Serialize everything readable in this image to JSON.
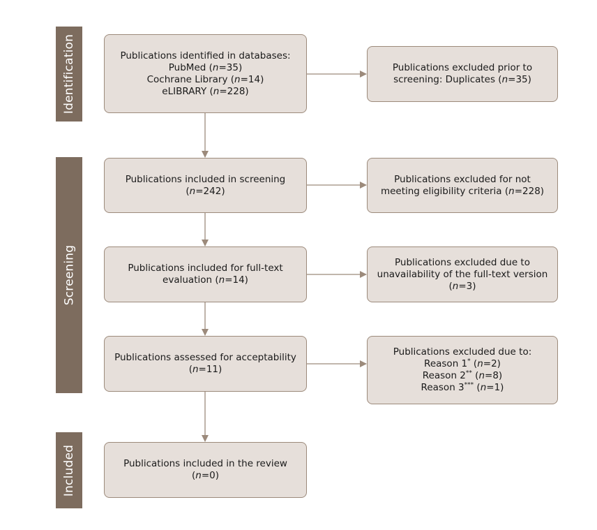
{
  "phases": {
    "identification": "Identification",
    "screening": "Screening",
    "included": "Included"
  },
  "boxes": {
    "identified": {
      "title": "Publications identified in databases:",
      "pubmed_label": "PubMed (",
      "pubmed_n": "n",
      "pubmed_value": "=35)",
      "cochrane_label": "Cochrane Library (",
      "cochrane_n": "n",
      "cochrane_value": "=14)",
      "elibrary_label": "eLIBRARY (",
      "elibrary_n": "n",
      "elibrary_value": "=228)"
    },
    "excluded_duplicates": {
      "line1": "Publications excluded prior to",
      "line2_text": "screening: Duplicates (",
      "line2_n": "n",
      "line2_value": "=35)"
    },
    "screening": {
      "line1": "Publications included in screening",
      "line2_open": "(",
      "line2_n": "n",
      "line2_value": "=242)"
    },
    "excluded_eligibility": {
      "line1": "Publications excluded for not",
      "line2_text": "meeting eligibility criteria (",
      "line2_n": "n",
      "line2_value": "=228)"
    },
    "fulltext": {
      "line1": "Publications included for full-text",
      "line2_text": "evaluation (",
      "line2_n": "n",
      "line2_value": "=14)"
    },
    "excluded_unavailable": {
      "line1": "Publications excluded due to",
      "line2": "unavailability of the full-text version",
      "line3_open": "(",
      "line3_n": "n",
      "line3_value": "=3)"
    },
    "assessed": {
      "line1": "Publications assessed for acceptability",
      "line2_open": "(",
      "line2_n": "n",
      "line2_value": "=11)"
    },
    "excluded_reasons": {
      "line1": "Publications excluded due to:",
      "r1_text": "Reason 1",
      "r1_sup": "*",
      "r1_open": " (",
      "r1_n": "n",
      "r1_value": "=2)",
      "r2_text": "Reason 2",
      "r2_sup": "**",
      "r2_open": " (",
      "r2_n": "n",
      "r2_value": "=8)",
      "r3_text": "Reason 3",
      "r3_sup": "***",
      "r3_open": " (",
      "r3_n": "n",
      "r3_value": "=1)"
    },
    "included_review": {
      "line1": "Publications included in the review",
      "line2_open": "(",
      "line2_n": "n",
      "line2_value": "=0)"
    }
  },
  "colors": {
    "phase_bar": "#7d6c5e",
    "box_fill": "#e6dfda",
    "box_border": "#9c8a7b",
    "connector": "#9c8a7b"
  }
}
